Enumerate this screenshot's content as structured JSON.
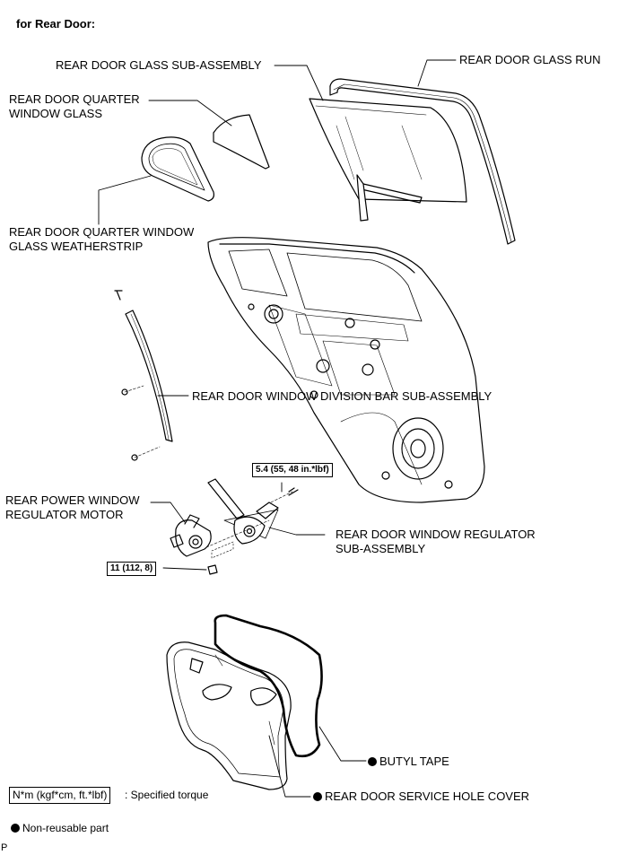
{
  "header": {
    "title": "for Rear Door:"
  },
  "labels": {
    "glass_sub_assembly": "REAR DOOR GLASS SUB-ASSEMBLY",
    "glass_run": "REAR DOOR GLASS RUN",
    "quarter_window_glass_1": "REAR DOOR QUARTER",
    "quarter_window_glass_2": "WINDOW GLASS",
    "quarter_weatherstrip_1": "REAR DOOR QUARTER WINDOW",
    "quarter_weatherstrip_2": "GLASS WEATHERSTRIP",
    "division_bar": "REAR DOOR WINDOW DIVISION BAR SUB-ASSEMBLY",
    "regulator_motor_1": "REAR POWER WINDOW",
    "regulator_motor_2": "REGULATOR MOTOR",
    "regulator_sub_1": "REAR DOOR WINDOW REGULATOR",
    "regulator_sub_2": "SUB-ASSEMBLY",
    "butyl_tape": "BUTYL TAPE",
    "service_hole_cover": "REAR DOOR SERVICE HOLE COVER"
  },
  "torques": {
    "regulator_bolt": "5.4 (55, 48 in.*lbf)",
    "motor_bolt": "11 (112, 8)"
  },
  "legend": {
    "torque_box": "N*m (kgf*cm, ft.*lbf)",
    "torque_text": ": Specified torque",
    "non_reusable": "Non-reusable part"
  },
  "footer": {
    "code": "P"
  }
}
